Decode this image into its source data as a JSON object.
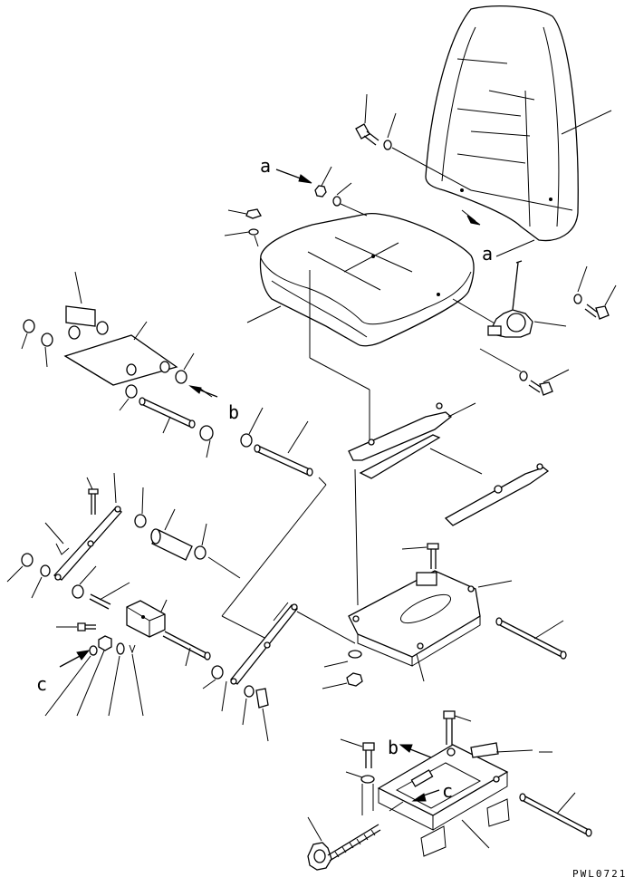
{
  "labels": {
    "a1": "a",
    "a2": "a",
    "b1": "b",
    "b2": "b",
    "c1": "c",
    "c2": "c"
  },
  "drawing_code": "PWL0721"
}
